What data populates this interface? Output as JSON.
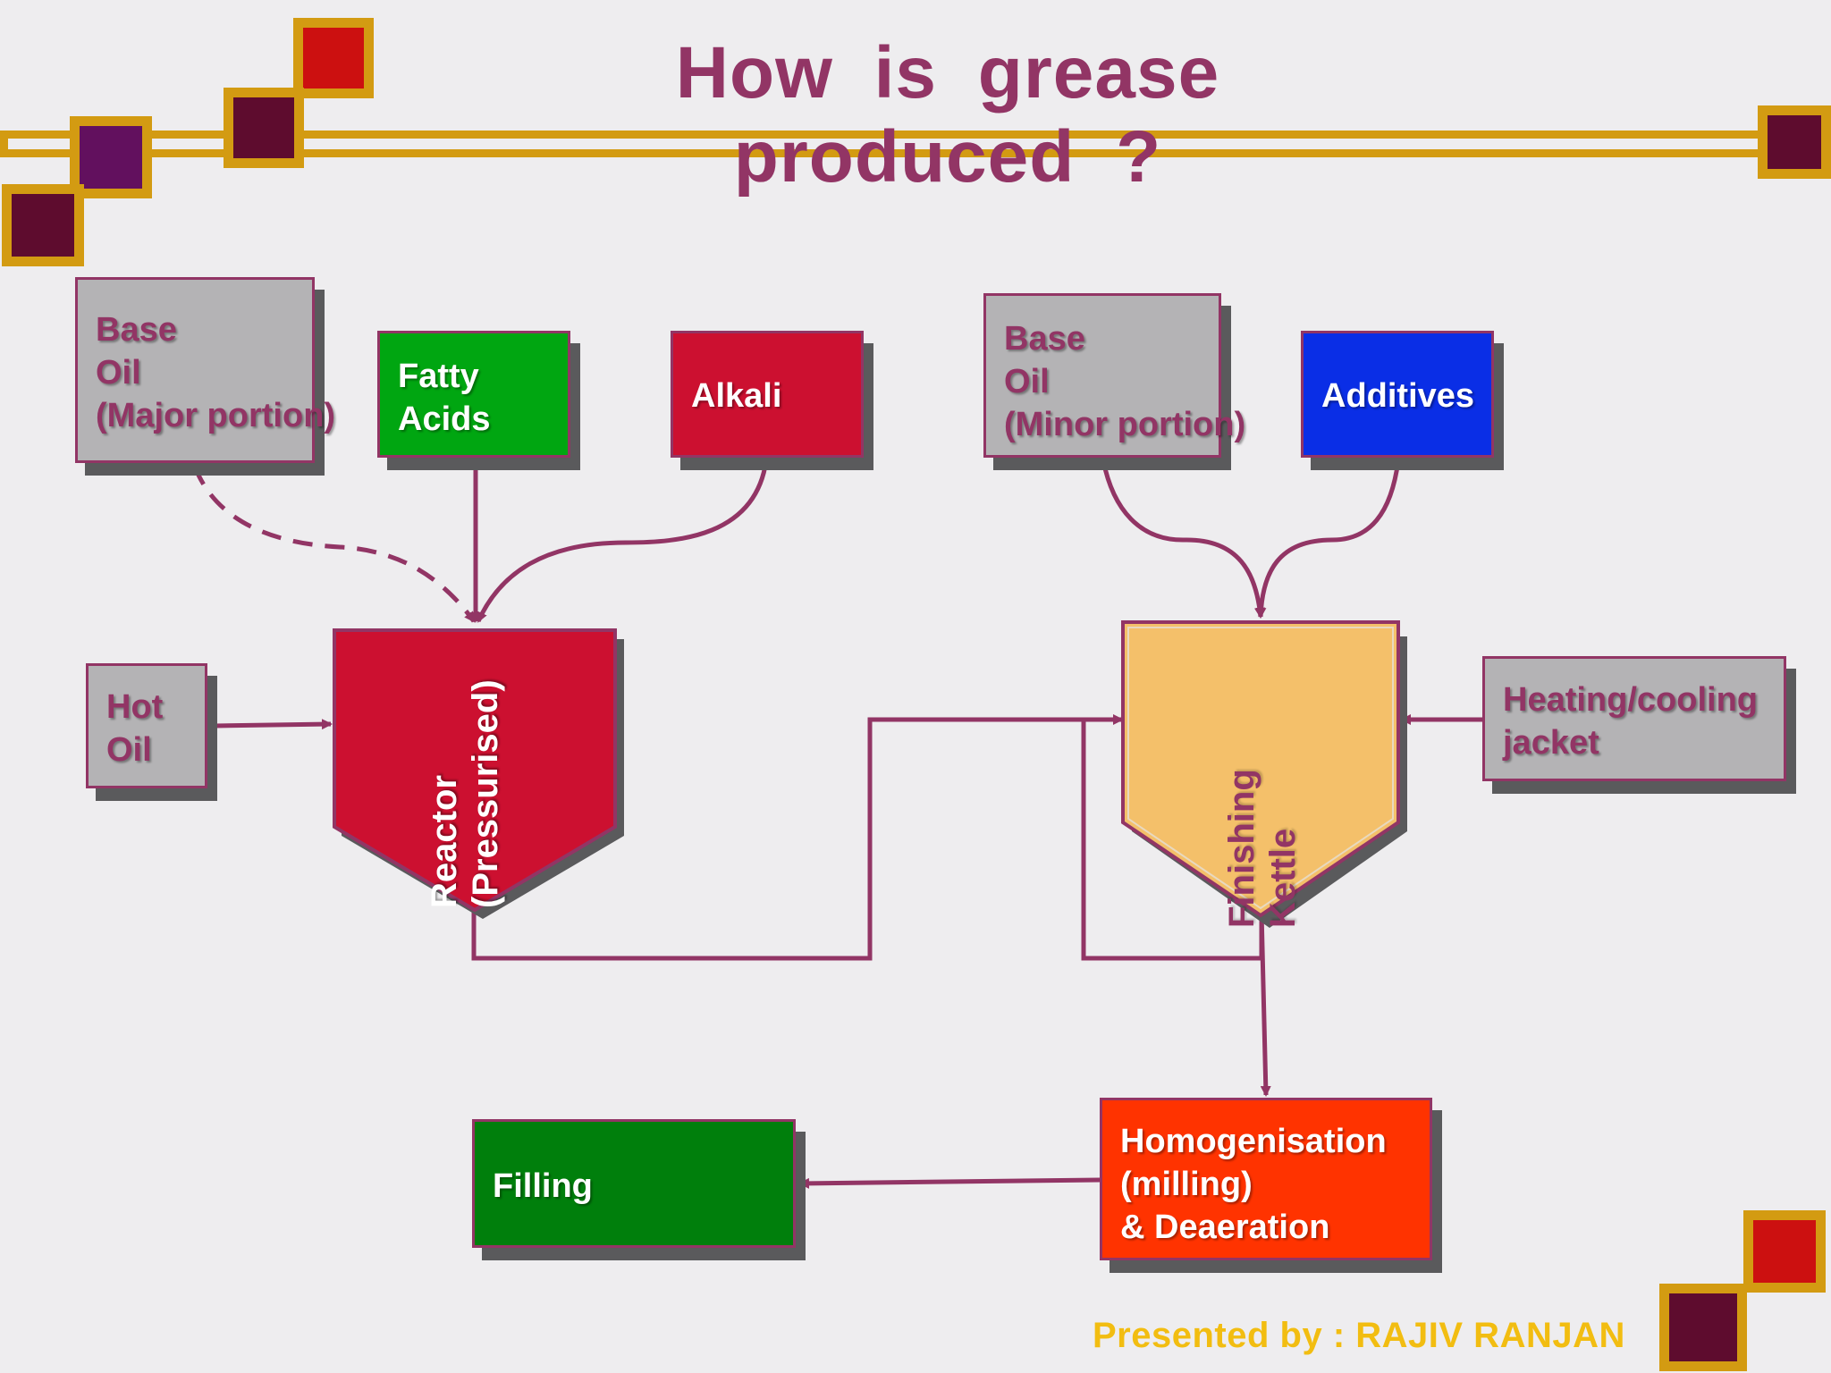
{
  "title": "How  is  grease  produced  ?",
  "nodes": {
    "base_oil_major": {
      "line1": "Base",
      "line2": "Oil",
      "line3": "(Major portion)"
    },
    "fatty_acids": {
      "line1": "Fatty",
      "line2": "Acids"
    },
    "alkali": {
      "label": "Alkali"
    },
    "base_oil_minor": {
      "line1": "Base",
      "line2": "Oil",
      "line3": "(Minor portion)"
    },
    "additives": {
      "label": "Additives"
    },
    "hot_oil": {
      "line1": "Hot",
      "line2": "Oil"
    },
    "reactor": {
      "line1": "Reactor",
      "line2": "(Pressurised)"
    },
    "finishing_kettle": {
      "line1": "Finishing",
      "line2": "Kettle"
    },
    "heating_cooling": {
      "line1": "Heating/cooling",
      "line2": "jacket"
    },
    "homogenisation": {
      "line1": "Homogenisation",
      "line2": "(milling)",
      "line3": "& Deaeration"
    },
    "filling": {
      "label": "Filling"
    }
  },
  "footer": "Presented by  : RAJIV  RANJAN",
  "colors": {
    "accent": "#923565",
    "gold": "#d39b12",
    "grey_box": "#b4b3b5",
    "fatty_acids": "#00a611",
    "alkali": "#cc1030",
    "additives": "#0a2ee6",
    "reactor": "#cc1030",
    "kettle": "#f4c06a",
    "homogenisation": "#ff3300",
    "filling": "#007f0c",
    "footer": "#f2bd11"
  }
}
